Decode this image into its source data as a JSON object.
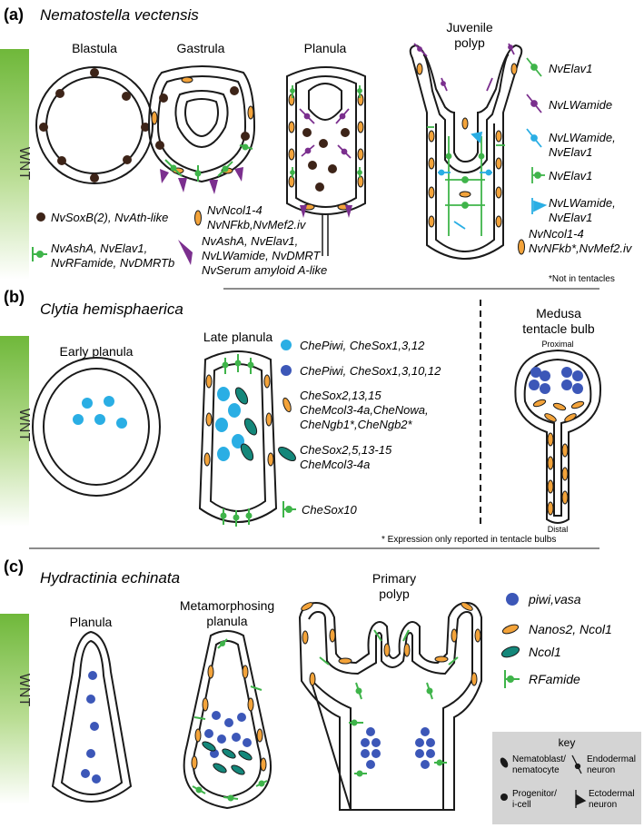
{
  "panel_a": {
    "letter": "(a)",
    "species": "Nematostella vectensis",
    "wnt": "WNT",
    "stages": [
      "Blastula",
      "Gastrula",
      "Planula"
    ],
    "juvenile": [
      "Juvenile",
      "polyp"
    ],
    "legend_left": [
      {
        "lines": [
          "NvSoxB(2), NvAth-like"
        ]
      },
      {
        "lines": [
          "NvNcol1-4",
          "NvNFkb,NvMef2.iv"
        ]
      },
      {
        "lines": [
          "NvAshA, NvElav1,",
          "NvRFamide, NvDMRTb"
        ]
      },
      {
        "lines": [
          "NvAshA, NvElav1,",
          "NvLWamide, NvDMRT",
          "NvSerum amyloid A-like"
        ]
      }
    ],
    "legend_right": [
      {
        "lines": [
          "NvElav1"
        ]
      },
      {
        "lines": [
          "NvLWamide"
        ]
      },
      {
        "lines": [
          "NvLWamide,",
          "NvElav1"
        ]
      },
      {
        "lines": [
          "NvElav1"
        ]
      },
      {
        "lines": [
          "NvLWamide,",
          "NvElav1"
        ]
      },
      {
        "lines": [
          "NvNcol1-4",
          "NvNFkb*,NvMef2.iv"
        ]
      }
    ],
    "footnote": "*Not in tentacles"
  },
  "panel_b": {
    "letter": "(b)",
    "species": "Clytia hemisphaerica",
    "wnt": "WNT",
    "stages": [
      "Early planula",
      "Late planula"
    ],
    "medusa": [
      "Medusa",
      "tentacle bulb"
    ],
    "proximal": "Proximal",
    "distal": "Distal",
    "legend": [
      {
        "lines": [
          "ChePiwi, CheSox1,3,12"
        ]
      },
      {
        "lines": [
          "ChePiwi, CheSox1,3,10,12"
        ]
      },
      {
        "lines": [
          "CheSox2,13,15",
          "CheMcol3-4a,CheNowa,",
          "CheNgb1*,CheNgb2*"
        ]
      },
      {
        "lines": [
          "CheSox2,5,13-15",
          "CheMcol3-4a"
        ]
      },
      {
        "lines": [
          "CheSox10"
        ]
      }
    ],
    "footnote": "* Expression only reported in tentacle bulbs"
  },
  "panel_c": {
    "letter": "(c)",
    "species": "Hydractinia echinata",
    "wnt": "WNT",
    "stages": [
      "Planula"
    ],
    "meta": [
      "Metamorphosing",
      "planula"
    ],
    "primary": [
      "Primary",
      "polyp"
    ],
    "legend": [
      {
        "lines": [
          "piwi,vasa"
        ]
      },
      {
        "lines": [
          "Nanos2, Ncol1"
        ]
      },
      {
        "lines": [
          "Ncol1"
        ]
      },
      {
        "lines": [
          "RFamide"
        ]
      }
    ],
    "key": {
      "title": "key",
      "nematoblast": [
        "Nematoblast/",
        "nematocyte"
      ],
      "endodermal": [
        "Endodermal",
        "neuron"
      ],
      "progenitor": [
        "Progenitor/",
        "i-cell"
      ],
      "ectodermal": [
        "Ectodermal",
        "neuron"
      ]
    }
  },
  "colors": {
    "brown": "#3d2418",
    "orange": "#f3a33a",
    "green": "#3fb44a",
    "purple": "#7b2f8e",
    "cyan": "#2aaee4",
    "blue": "#3c57b8",
    "teal": "#14877a",
    "wnt_gradient": "#7fc241",
    "key_bg": "#d4d4d4"
  }
}
